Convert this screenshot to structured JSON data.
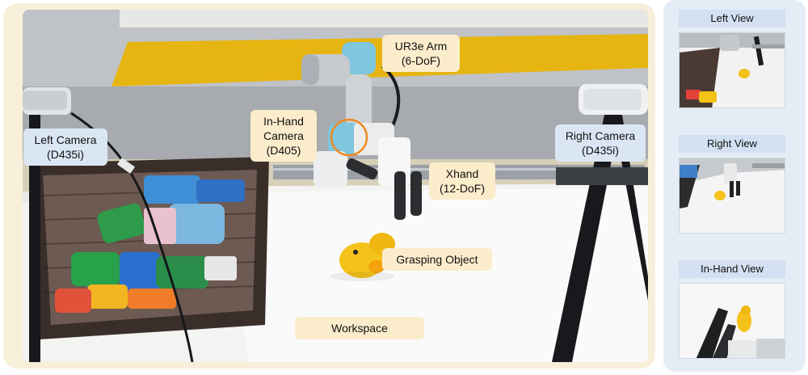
{
  "labels": {
    "ur3e_line1": "UR3e Arm",
    "ur3e_line2": "(6-DoF)",
    "inhand_cam_line1": "In-Hand",
    "inhand_cam_line2": "Camera",
    "inhand_cam_line3": "(D405)",
    "left_cam_line1": "Left Camera",
    "left_cam_line2": "(D435i)",
    "right_cam_line1": "Right Camera",
    "right_cam_line2": "(D435i)",
    "xhand_line1": "Xhand",
    "xhand_line2": "(12-DoF)",
    "grasping_object": "Grasping Object",
    "workspace": "Workspace"
  },
  "views": [
    {
      "title": "Left  View"
    },
    {
      "title": "Right  View"
    },
    {
      "title": "In-Hand  View"
    }
  ],
  "colors": {
    "label_fill": "#fbeccc",
    "camera_label_fill": "#dbe6f4",
    "side_panel": "#e4ecf6",
    "highlight_circle": "#f08a24"
  }
}
